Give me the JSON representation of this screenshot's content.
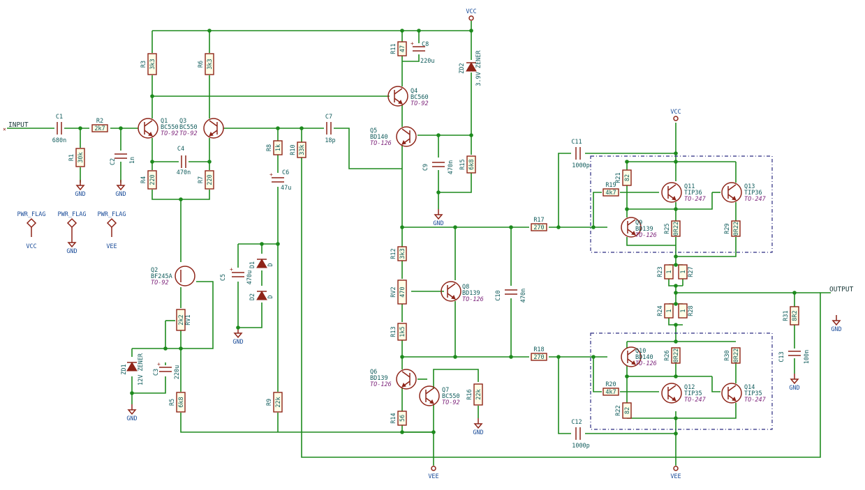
{
  "nets": {
    "input": "INPUT",
    "output": "OUTPUT",
    "vcc": "VCC",
    "vee": "VEE",
    "gnd": "GND",
    "pwr_flag": "PWR_FLAG"
  },
  "resistors": [
    {
      "ref": "R1",
      "value": "30k"
    },
    {
      "ref": "R2",
      "value": "2k7"
    },
    {
      "ref": "R3",
      "value": "3k3"
    },
    {
      "ref": "R4",
      "value": "220"
    },
    {
      "ref": "R5",
      "value": "6k8"
    },
    {
      "ref": "R6",
      "value": "3k3"
    },
    {
      "ref": "R7",
      "value": "220"
    },
    {
      "ref": "R8",
      "value": "1k"
    },
    {
      "ref": "R9",
      "value": "22k"
    },
    {
      "ref": "R10",
      "value": "33k"
    },
    {
      "ref": "R11",
      "value": "47"
    },
    {
      "ref": "R12",
      "value": "3k3"
    },
    {
      "ref": "R13",
      "value": "1k5"
    },
    {
      "ref": "R14",
      "value": "56"
    },
    {
      "ref": "R15",
      "value": "6k8"
    },
    {
      "ref": "R16",
      "value": "22k"
    },
    {
      "ref": "R17",
      "value": "270"
    },
    {
      "ref": "R18",
      "value": "270"
    },
    {
      "ref": "R19",
      "value": "4k7"
    },
    {
      "ref": "R20",
      "value": "4k7"
    },
    {
      "ref": "R21",
      "value": "82"
    },
    {
      "ref": "R22",
      "value": "82"
    },
    {
      "ref": "R23",
      "value": "1"
    },
    {
      "ref": "R24",
      "value": "1"
    },
    {
      "ref": "R25",
      "value": "0R22"
    },
    {
      "ref": "R26",
      "value": "0R22"
    },
    {
      "ref": "R27",
      "value": "1"
    },
    {
      "ref": "R28",
      "value": "1"
    },
    {
      "ref": "R29",
      "value": "0R22"
    },
    {
      "ref": "R30",
      "value": "0R22"
    },
    {
      "ref": "R31",
      "value": "8R2"
    },
    {
      "ref": "RV1",
      "value": "2k2"
    },
    {
      "ref": "RV2",
      "value": "470"
    }
  ],
  "capacitors": [
    {
      "ref": "C1",
      "value": "680n"
    },
    {
      "ref": "C2",
      "value": "1n"
    },
    {
      "ref": "C3",
      "value": "220u"
    },
    {
      "ref": "C4",
      "value": "470n"
    },
    {
      "ref": "C5",
      "value": "470u"
    },
    {
      "ref": "C6",
      "value": "47u"
    },
    {
      "ref": "C7",
      "value": "18p"
    },
    {
      "ref": "C8",
      "value": "220u"
    },
    {
      "ref": "C9",
      "value": "470n"
    },
    {
      "ref": "C10",
      "value": "470n"
    },
    {
      "ref": "C11",
      "value": "1000p"
    },
    {
      "ref": "C12",
      "value": "1000p"
    },
    {
      "ref": "C13",
      "value": "100n"
    }
  ],
  "transistors": [
    {
      "ref": "Q1",
      "type": "BC550",
      "pkg": "TO-92"
    },
    {
      "ref": "Q2",
      "type": "BF245A",
      "pkg": "TO-92"
    },
    {
      "ref": "Q3",
      "type": "BC550",
      "pkg": "TO-92"
    },
    {
      "ref": "Q4",
      "type": "BC560",
      "pkg": "TO-92"
    },
    {
      "ref": "Q5",
      "type": "BD140",
      "pkg": "TO-126"
    },
    {
      "ref": "Q6",
      "type": "BD139",
      "pkg": "TO-126"
    },
    {
      "ref": "Q7",
      "type": "BC550",
      "pkg": "TO-92"
    },
    {
      "ref": "Q8",
      "type": "BD139",
      "pkg": "TO-126"
    },
    {
      "ref": "Q9",
      "type": "BD139",
      "pkg": "TO-126"
    },
    {
      "ref": "Q10",
      "type": "BD140",
      "pkg": "TO-126"
    },
    {
      "ref": "Q11",
      "type": "TIP36",
      "pkg": "TO-247"
    },
    {
      "ref": "Q12",
      "type": "TIP35",
      "pkg": "TO-247"
    },
    {
      "ref": "Q13",
      "type": "TIP36",
      "pkg": "TO-247"
    },
    {
      "ref": "Q14",
      "type": "TIP35",
      "pkg": "TO-247"
    }
  ],
  "diodes": [
    {
      "ref": "D1",
      "value": "D"
    },
    {
      "ref": "D2",
      "value": "D"
    },
    {
      "ref": "ZD1",
      "value": "12V ZENER"
    },
    {
      "ref": "ZD2",
      "value": "3.9V ZENER"
    }
  ],
  "colors": {
    "wire": "#1d8a1d",
    "component": "#8e2418",
    "ref_text": "#0f5b5b",
    "package": "#7a1f78",
    "power": "#1a4c99"
  }
}
